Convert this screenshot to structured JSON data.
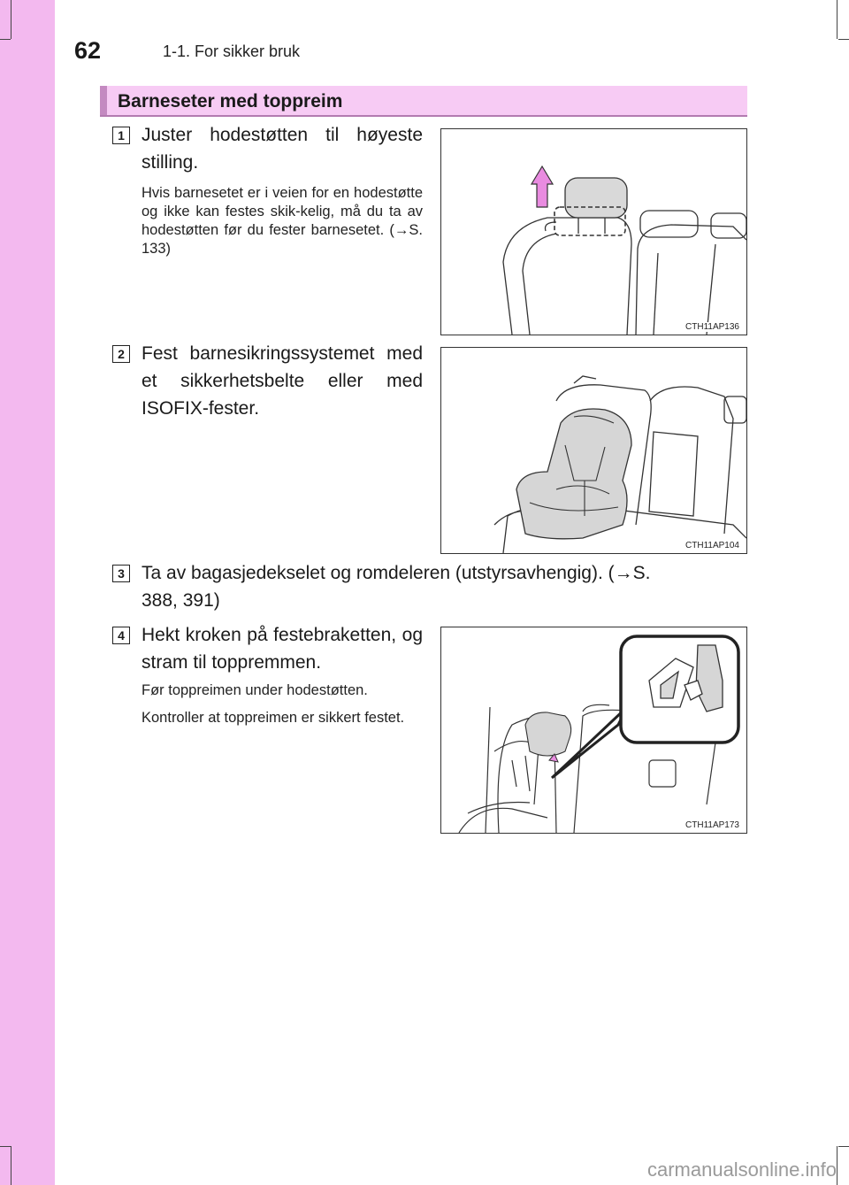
{
  "header": {
    "page_number": "62",
    "chapter": "1-1. For sikker bruk"
  },
  "section": {
    "title": "Barneseter med toppreim"
  },
  "steps": [
    {
      "number": "1",
      "text": "Juster hodestøtten til høyeste stilling.",
      "notes": [
        "Hvis barnesetet er i veien for en hodestøtte og ikke kan festes skik-kelig, må du ta av hodestøtten før du fester barnesetet. (→S. 133)"
      ],
      "figure_code": "CTH11AP136"
    },
    {
      "number": "2",
      "text": "Fest barnesikringssystemet med et sikkerhetsbelte eller med ISOFIX-fester.",
      "notes": [],
      "figure_code": "CTH11AP104"
    },
    {
      "number": "3",
      "text": "Ta av bagasjedekselet og romdeleren (utstyrsavhengig). (→S. 388, 391)",
      "notes": []
    },
    {
      "number": "4",
      "text": "Hekt kroken på festebraketten, og stram til toppremmen.",
      "notes": [
        "Før toppreimen under hodestøtten.",
        "Kontroller at toppreimen er sikkert festet."
      ],
      "figure_code": "CTH11AP173"
    }
  ],
  "watermark": "carmanualsonline.info",
  "colors": {
    "side_band": "#f3b9ef",
    "header_fill": "#f7cbf4",
    "header_accent": "#c48ac1",
    "arrow": "#e98be0"
  }
}
